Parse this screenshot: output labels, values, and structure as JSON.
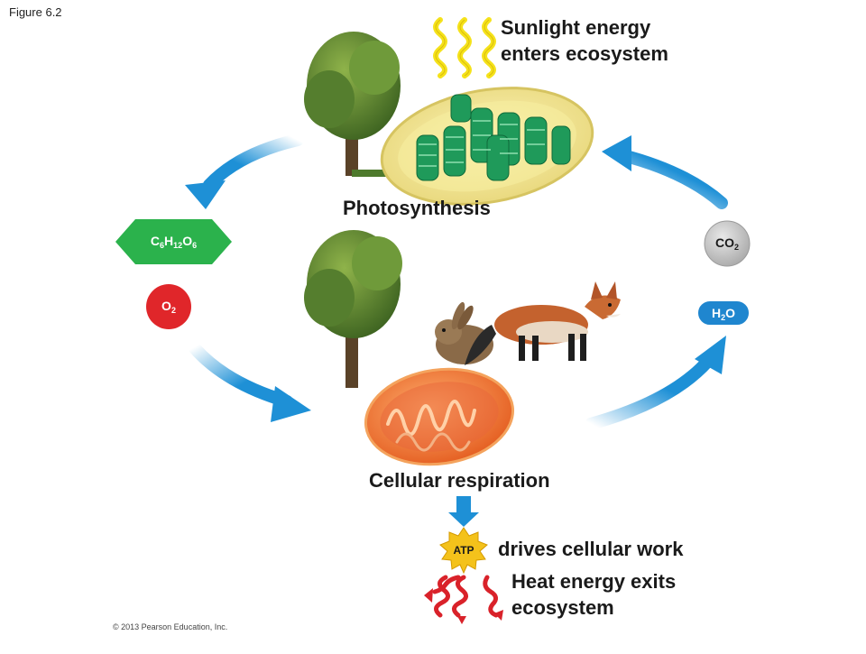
{
  "figure_label": "Figure 6.2",
  "copyright": "© 2013 Pearson Education, Inc.",
  "labels": {
    "sunlight_line1": "Sunlight energy",
    "sunlight_line2": "enters ecosystem",
    "photosynthesis": "Photosynthesis",
    "cellular_respiration": "Cellular respiration",
    "drives_work": "drives cellular work",
    "heat_line1": "Heat energy exits",
    "heat_line2": "ecosystem"
  },
  "molecules": {
    "glucose": {
      "c": "C",
      "c_n": "6",
      "h": "H",
      "h_n": "12",
      "o": "O",
      "o_n": "6"
    },
    "oxygen": {
      "o": "O",
      "o_n": "2"
    },
    "carbon_dioxide": {
      "co": "CO",
      "co_n": "2"
    },
    "water": {
      "h": "H",
      "h_n": "2",
      "o": "O"
    },
    "atp": "ATP"
  },
  "colors": {
    "arrow_blue": "#1e90d6",
    "glucose_green": "#2bb24c",
    "oxygen_red": "#e0262a",
    "co2_gray": "#c9c9c9",
    "water_blue": "#1f86cf",
    "atp_yellow": "#f4c21b",
    "sun_yellow": "#f5e21a",
    "heat_red": "#d9222a",
    "chloroplast_green": "#1f9a5a",
    "mitochondrion_orange": "#f07a3a"
  }
}
